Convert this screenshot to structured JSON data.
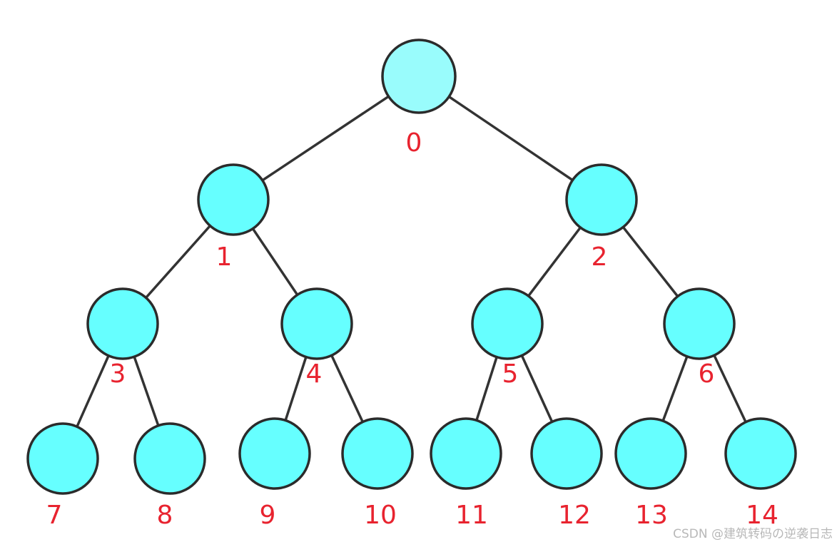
{
  "diagram": {
    "colors": {
      "root_fill": "#99fcfc",
      "node_fill": "#66ffff",
      "stroke": "#2b2b2b",
      "edge": "#333333",
      "label": "#e8232f"
    },
    "nodes": [
      {
        "id": 0,
        "label": "0"
      },
      {
        "id": 1,
        "label": "1"
      },
      {
        "id": 2,
        "label": "2"
      },
      {
        "id": 3,
        "label": "3"
      },
      {
        "id": 4,
        "label": "4"
      },
      {
        "id": 5,
        "label": "5"
      },
      {
        "id": 6,
        "label": "6"
      },
      {
        "id": 7,
        "label": "7"
      },
      {
        "id": 8,
        "label": "8"
      },
      {
        "id": 9,
        "label": "9"
      },
      {
        "id": 10,
        "label": "10"
      },
      {
        "id": 11,
        "label": "11"
      },
      {
        "id": 12,
        "label": "12"
      },
      {
        "id": 13,
        "label": "13"
      },
      {
        "id": 14,
        "label": "14"
      }
    ],
    "edges": [
      [
        0,
        1
      ],
      [
        0,
        2
      ],
      [
        1,
        3
      ],
      [
        1,
        4
      ],
      [
        2,
        5
      ],
      [
        2,
        6
      ],
      [
        3,
        7
      ],
      [
        3,
        8
      ],
      [
        4,
        9
      ],
      [
        4,
        10
      ],
      [
        5,
        11
      ],
      [
        5,
        12
      ],
      [
        6,
        13
      ],
      [
        6,
        14
      ]
    ]
  },
  "watermark": "CSDN @建筑转码の逆袭日志"
}
